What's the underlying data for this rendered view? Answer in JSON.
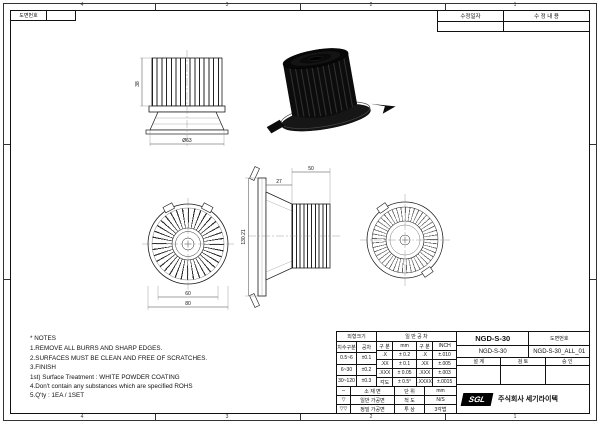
{
  "zones": {
    "top": [
      "4",
      "3",
      "2",
      "1"
    ],
    "bottom": [
      "4",
      "3",
      "2",
      "1"
    ]
  },
  "header": {
    "drawing_no_label": "도면번호",
    "rev_date": "수정일자",
    "rev_desc": "수 정 내 용"
  },
  "views": {
    "front": {
      "dim_height": "38",
      "dim_width": "Ø63"
    },
    "circle_front": {
      "dim_inner": "60",
      "dim_outer": "80"
    },
    "side": {
      "dim_depth": "27",
      "dim_fin": "50",
      "dim_overall": "130.21"
    }
  },
  "notes": {
    "title": "* NOTES",
    "lines": [
      "1.REMOVE ALL BURRS AND SHARP EDGES.",
      "2.SURFACES MUST BE CLEAN AND FREE OF SCRATCHES.",
      "3.FINISH",
      "  1st) Surface Treatment : WHITE POWDER COATING",
      "4.Don't contain any substances which are specified ROHS",
      "5.Q'ty : 1EA / 1SET"
    ]
  },
  "title_block": {
    "size_header": "외형크기",
    "size_table": [
      [
        "치수구분",
        "공차"
      ],
      [
        "0.5~6",
        "±0.1"
      ],
      [
        "6~30",
        "±0.2"
      ],
      [
        "30~120",
        "±0.3"
      ]
    ],
    "tolerance_header": "일 반 공 차",
    "tolerance_cols": [
      "구 분",
      "mm",
      "구 분",
      "INCH"
    ],
    "tolerance_rows": [
      [
        ".X",
        "± 0.2",
        ".X",
        "±.010"
      ],
      [
        ".XX",
        "± 0.1",
        ".XX",
        "±.005"
      ],
      [
        ".XXX",
        "± 0.05",
        ".XXX",
        "±.003"
      ],
      [
        "각도",
        "± 0.5°",
        ".XXXX",
        "±.0015"
      ]
    ],
    "surface_table": [
      [
        "∼",
        "소 재 면"
      ],
      [
        "▽",
        "일반 가공면"
      ],
      [
        "▽▽",
        "정밀 가공면"
      ]
    ],
    "info_table": [
      [
        "단 위",
        "mm"
      ],
      [
        "척 도",
        "N/S"
      ],
      [
        "투 상",
        "3각법"
      ]
    ],
    "model": "NGD-S-30",
    "drawing_no_label": "도면번호",
    "part_no": "NGD-S-30",
    "drawing_no": "NGD-S-30_ALL_01",
    "approvals": [
      "설 계",
      "검 토",
      "승 인"
    ],
    "company": {
      "logo": "SGL",
      "name": "주식회사 세기라이텍"
    }
  }
}
